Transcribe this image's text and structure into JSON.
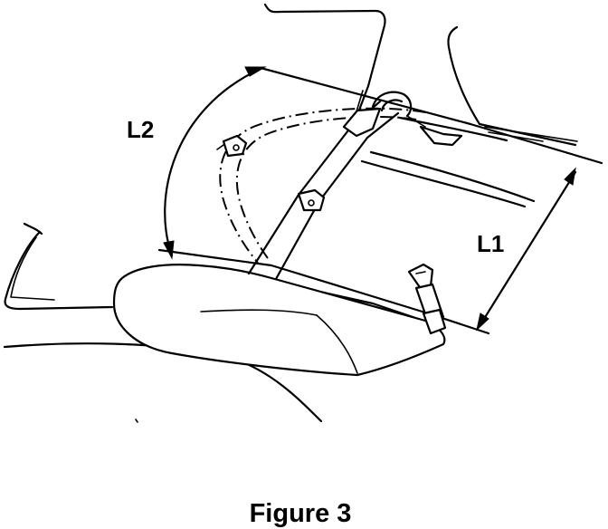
{
  "figure": {
    "caption": "Figure 3",
    "labels": {
      "l1": "L1",
      "l2": "L2"
    }
  }
}
